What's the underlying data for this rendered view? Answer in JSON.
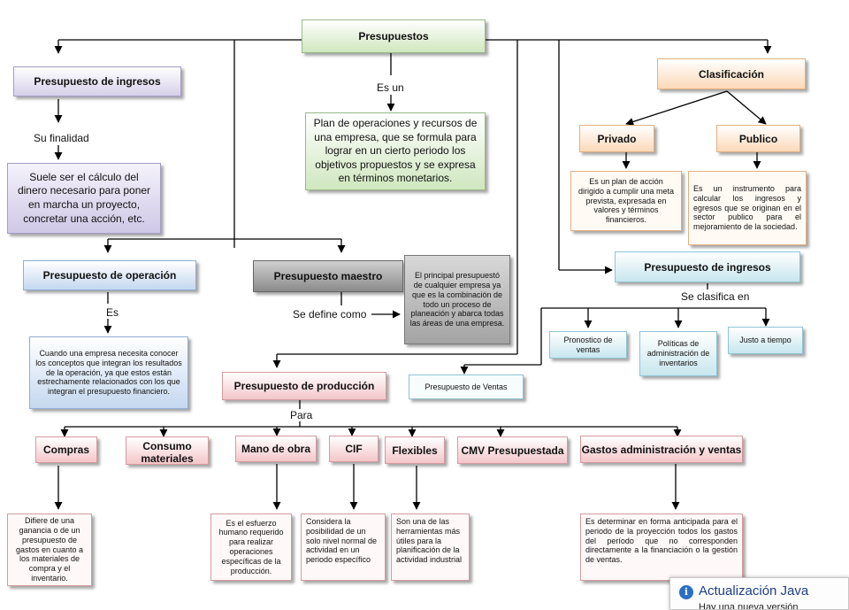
{
  "root": "Presupuestos",
  "es_un_label": "Es un",
  "definition": "Plan de operaciones y recursos de una empresa, que se formula para lograr en un cierto periodo los objetivos propuestos y se expresa en términos monetarios.",
  "ingresos_left": {
    "title": "Presupuesto de ingresos",
    "link_label": "Su finalidad",
    "desc": "Suele ser el cálculo del dinero necesario para poner en marcha un proyecto, concretar una acción, etc."
  },
  "clasificacion": {
    "title": "Clasificación",
    "privado": {
      "title": "Privado",
      "desc": "Es un plan de acción dirigido a cumplir una meta prevista, expresada en valores y términos financieros."
    },
    "publico": {
      "title": "Publico",
      "desc": "Es un instrumento para calcular los ingresos y egresos que se originan en el sector publico para el mejoramiento de la sociedad."
    }
  },
  "operacion": {
    "title": "Presupuesto de operación",
    "link_label": "Es",
    "desc": "Cuando una empresa necesita conocer los conceptos que integran los resultados de la operación, ya que estos están estrechamente relacionados con los que integran el presupuesto financiero."
  },
  "maestro": {
    "title": "Presupuesto maestro",
    "link_label": "Se define como",
    "desc": "El principal presupuestó de cualquier empresa ya que es la combinación de todo un proceso de planeación y abarca todas las áreas de una empresa."
  },
  "ingresos_right": {
    "title": "Presupuesto de ingresos",
    "link_label": "Se clasifica en",
    "items": [
      "Pronostico de ventas",
      "Políticas de administración de inventarios",
      "Justo a tiempo"
    ]
  },
  "ventas": "Presupuesto de Ventas",
  "produccion": {
    "title": "Presupuesto de producción",
    "link_label": "Para",
    "items": [
      {
        "title": "Compras",
        "desc": "Difiere de una ganancia o de un presupuesto de gastos en cuanto a los materiales de compra y el inventario."
      },
      {
        "title": "Consumo materiales",
        "desc": ""
      },
      {
        "title": "Mano de obra",
        "desc": "Es el esfuerzo humano requerido para realizar operaciones específicas de la producción."
      },
      {
        "title": "CIF",
        "desc": "Considera la posibilidad de un solo nivel normal de actividad en un periodo específico"
      },
      {
        "title": "Flexibles",
        "desc": "Son una de las herramientas más útiles para la planificación de la actividad industrial"
      },
      {
        "title": "CMV Presupuestada",
        "desc": ""
      },
      {
        "title": "Gastos administración y ventas",
        "desc": "Es determinar en forma anticipada para el periodo de la proyección todos los gastos del período que no corresponden directamente a la financiación o la gestión de ventas."
      }
    ]
  },
  "notification": {
    "title": "Actualización Java",
    "body": "Hay una nueva versión",
    "icon": "info-icon"
  }
}
